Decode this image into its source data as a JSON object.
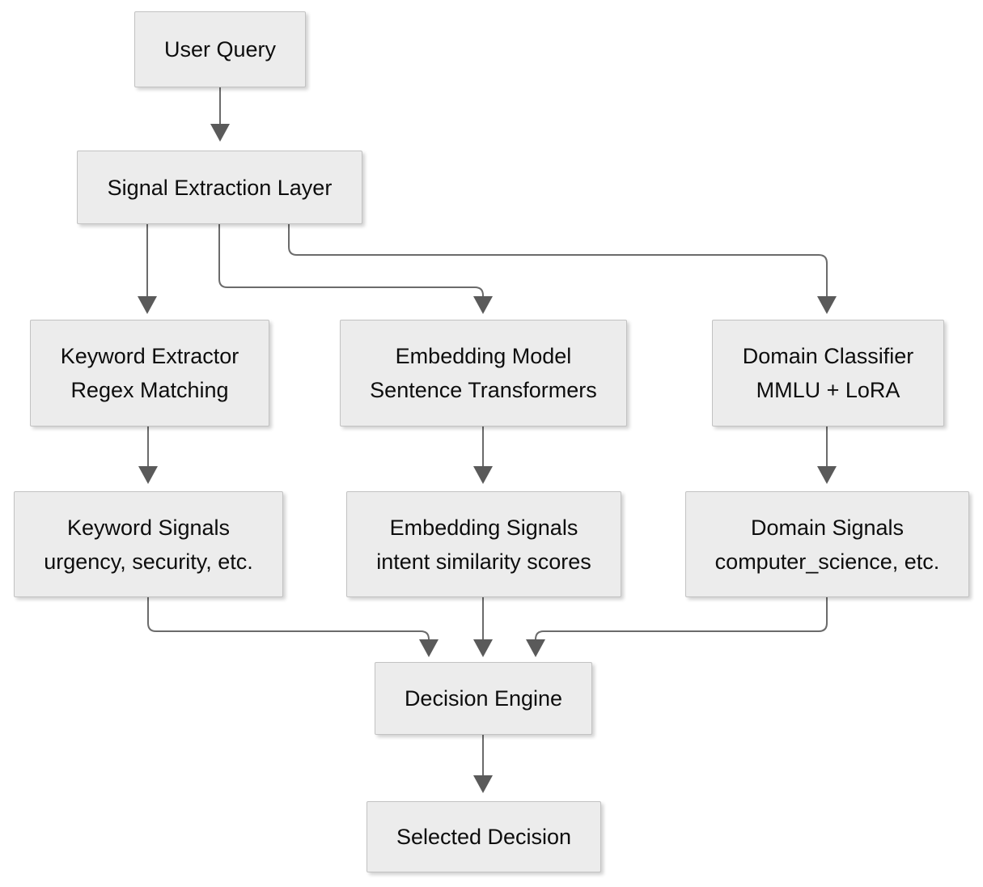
{
  "diagram": {
    "type": "flowchart",
    "nodes": {
      "user_query": {
        "label": "User Query"
      },
      "signal_extraction": {
        "label": "Signal Extraction Layer"
      },
      "keyword_extractor": {
        "label": "Keyword Extractor",
        "sublabel": "Regex Matching"
      },
      "embedding_model": {
        "label": "Embedding Model",
        "sublabel": "Sentence Transformers"
      },
      "domain_classifier": {
        "label": "Domain Classifier",
        "sublabel": "MMLU + LoRA"
      },
      "keyword_signals": {
        "label": "Keyword Signals",
        "sublabel": "urgency, security, etc."
      },
      "embedding_signals": {
        "label": "Embedding Signals",
        "sublabel": "intent similarity scores"
      },
      "domain_signals": {
        "label": "Domain Signals",
        "sublabel": "computer_science, etc."
      },
      "decision_engine": {
        "label": "Decision Engine"
      },
      "selected_decision": {
        "label": "Selected Decision"
      }
    },
    "edges": [
      {
        "from": "User Query",
        "to": "Signal Extraction Layer"
      },
      {
        "from": "Signal Extraction Layer",
        "to": "Keyword Extractor"
      },
      {
        "from": "Signal Extraction Layer",
        "to": "Embedding Model"
      },
      {
        "from": "Signal Extraction Layer",
        "to": "Domain Classifier"
      },
      {
        "from": "Keyword Extractor",
        "to": "Keyword Signals"
      },
      {
        "from": "Embedding Model",
        "to": "Embedding Signals"
      },
      {
        "from": "Domain Classifier",
        "to": "Domain Signals"
      },
      {
        "from": "Keyword Signals",
        "to": "Decision Engine"
      },
      {
        "from": "Embedding Signals",
        "to": "Decision Engine"
      },
      {
        "from": "Domain Signals",
        "to": "Decision Engine"
      },
      {
        "from": "Decision Engine",
        "to": "Selected Decision"
      }
    ],
    "colors": {
      "background": "#ffffff",
      "node_fill": "#ececec",
      "node_border": "#c2c2c2",
      "node_text": "#0d0d0d",
      "arrow_color": "#6b6b6b",
      "arrowhead_color": "#5a5a5a"
    }
  }
}
